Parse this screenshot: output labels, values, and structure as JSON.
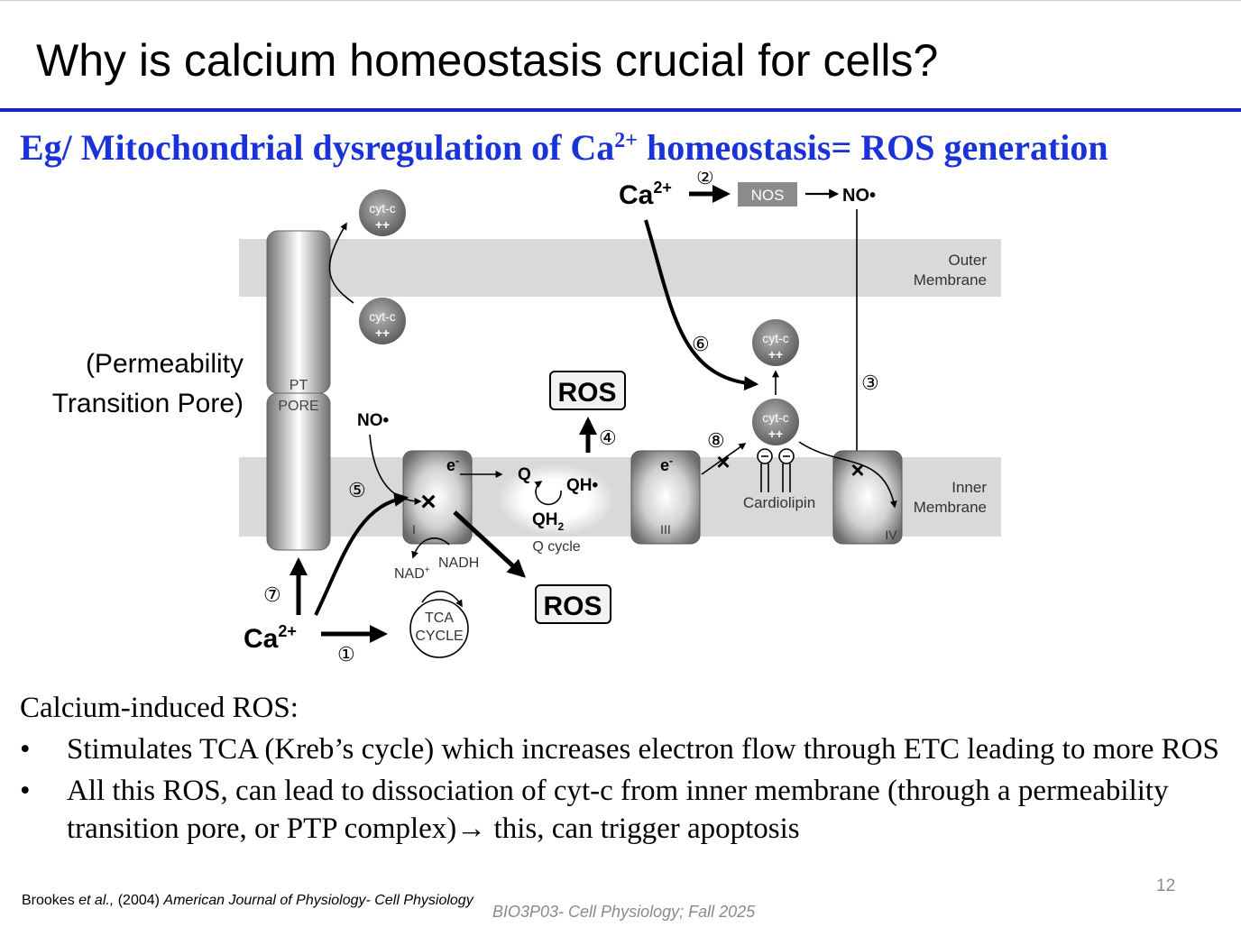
{
  "slide": {
    "title": "Why is calcium homeostasis crucial for cells?",
    "subtitle_pre": "Eg/ Mitochondrial dysregulation of Ca",
    "subtitle_sup": "2+",
    "subtitle_post": " homeostasis= ROS generation",
    "ptp_label_line1": "(Permeability",
    "ptp_label_line2": "Transition Pore)",
    "body_lead": "Calcium-induced ROS:",
    "bullets": [
      "Stimulates TCA (Kreb’s cycle) which increases electron flow through ETC leading to more ROS",
      "All this ROS,  can lead to dissociation of cyt-c from inner membrane (through a permeability transition pore, or PTP complex)→     this, can trigger apoptosis"
    ],
    "bullet_glyph": "•",
    "citation_authors": "Brookes ",
    "citation_etal": "et al.,",
    "citation_year": " (2004) ",
    "citation_journal": "American Journal of Physiology- Cell Physiology",
    "footer": "BIO3P03- Cell Physiology; Fall 2025",
    "page_number": "12"
  },
  "diagram": {
    "outer_membrane": [
      "Outer",
      "Membrane"
    ],
    "inner_membrane": [
      "Inner",
      "Membrane"
    ],
    "pt_pore": [
      "PT",
      "PORE"
    ],
    "cyt_c": "cyt-c",
    "cyt_c_charge": "++",
    "ca": "Ca",
    "ca_sup": "2+",
    "nos": "NOS",
    "no": "NO•",
    "ros": "ROS",
    "electron": "e",
    "electron_sup": "-",
    "q": "Q",
    "qh": "QH•",
    "qh2": "QH",
    "qh2_sub": "2",
    "q_cycle": "Q cycle",
    "complex_i": "I",
    "complex_iii": "III",
    "complex_iv": "IV",
    "nad": "NAD",
    "nad_sup": "+",
    "nadh": "NADH",
    "tca": [
      "TCA",
      "CYCLE"
    ],
    "cardiolipin": "Cardiolipin",
    "steps": [
      "①",
      "②",
      "③",
      "④",
      "⑤",
      "⑥",
      "⑦",
      "⑧"
    ],
    "x_mark": "×",
    "colors": {
      "membrane": "#d9d9d9",
      "complex": "#8c8c8c",
      "arrow": "#000000",
      "ros_box": "#f2f2f2"
    }
  }
}
